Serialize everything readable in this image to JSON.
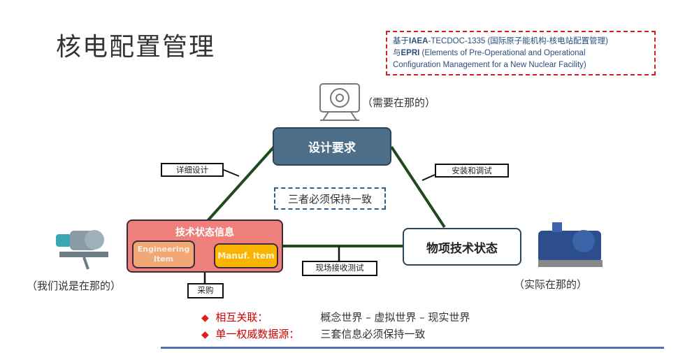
{
  "title": "核电配置管理",
  "source_note": {
    "line1_prefix": "基于",
    "line1_bold": "IAEA",
    "line1_rest": "-TECDOC-1335 (国际原子能机构-核电站配置管理)",
    "line2_prefix": "与",
    "line2_bold": "EPRI",
    "line2_rest": " (Elements of Pre-Operational and Operational",
    "line3": "Configuration Management for a New Nuclear Facility)"
  },
  "nodes": {
    "design": "设计要求",
    "info": "技术状态信息",
    "engineering": "Engineering Item",
    "manuf": "Manuf. Item",
    "physical": "物项技术状态"
  },
  "edge_labels": {
    "detail_design": "详细设计",
    "install": "安装和调试",
    "site_test": "现场接收测试",
    "purchase": "采购"
  },
  "center_note": "三者必须保持一致",
  "captions": {
    "top": "（需要在那的）",
    "left": "（我们说是在那的）",
    "right": "（实际在那的）"
  },
  "bullets": [
    {
      "label": "相互关联：",
      "text": "概念世界 – 虚拟世界 – 现实世界"
    },
    {
      "label": "单一权威数据源：",
      "text": "三套信息必须保持一致"
    }
  ],
  "colors": {
    "design": "#4e6f8a",
    "info": "#ef7f7a",
    "engineering": "#f0a877",
    "manuf": "#f8b400",
    "line": "#1f4a1f",
    "accent": "#e02020"
  }
}
